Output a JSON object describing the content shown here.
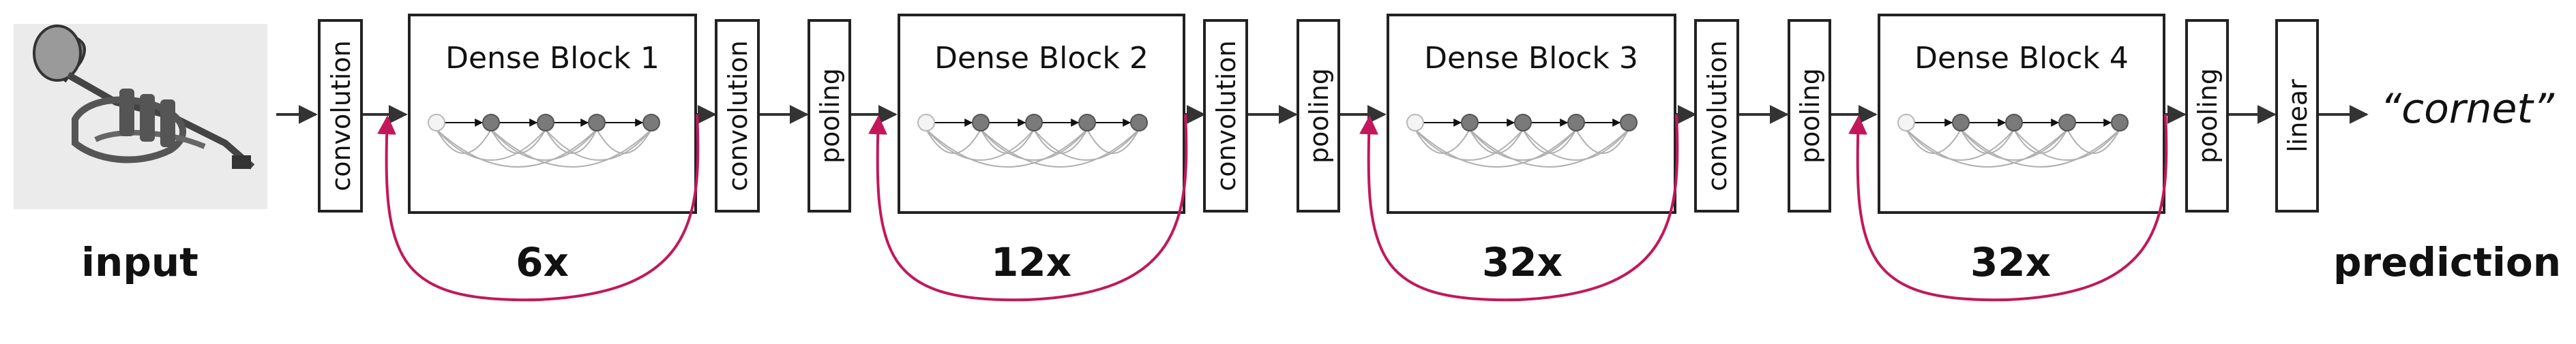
{
  "labels": {
    "input": "input",
    "prediction": "prediction",
    "output": "“cornet”"
  },
  "layers": {
    "conv1": "convolution",
    "conv2": "convolution",
    "pool2": "pooling",
    "conv3": "convolution",
    "pool3": "pooling",
    "conv4": "convolution",
    "pool4": "pooling",
    "pool5": "pooling",
    "linear": "linear"
  },
  "blocks": [
    {
      "title": "Dense Block 1",
      "repeat": "6x"
    },
    {
      "title": "Dense Block 2",
      "repeat": "12x"
    },
    {
      "title": "Dense Block 3",
      "repeat": "32x"
    },
    {
      "title": "Dense Block 4",
      "repeat": "32x"
    }
  ],
  "colors": {
    "skip_arrow": "#c2185b",
    "stroke": "#222222"
  },
  "icons": {
    "input_image": "cornet-photo-icon"
  }
}
